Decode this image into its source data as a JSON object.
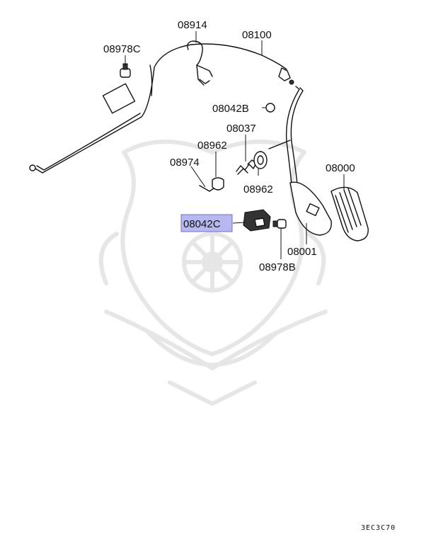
{
  "labels": {
    "p08914": "08914",
    "p08100": "08100",
    "p08978C": "08978C",
    "p08042B": "08042B",
    "p08037": "08037",
    "p08962a": "08962",
    "p08974": "08974",
    "p08962b": "08962",
    "p08000": "08000",
    "p08042C": "08042C",
    "p08001": "08001",
    "p08978B": "08978B"
  },
  "reference_code": "3EC3C70",
  "highlight_color": "#b8b8f0",
  "highlight_border": "#7070c8"
}
